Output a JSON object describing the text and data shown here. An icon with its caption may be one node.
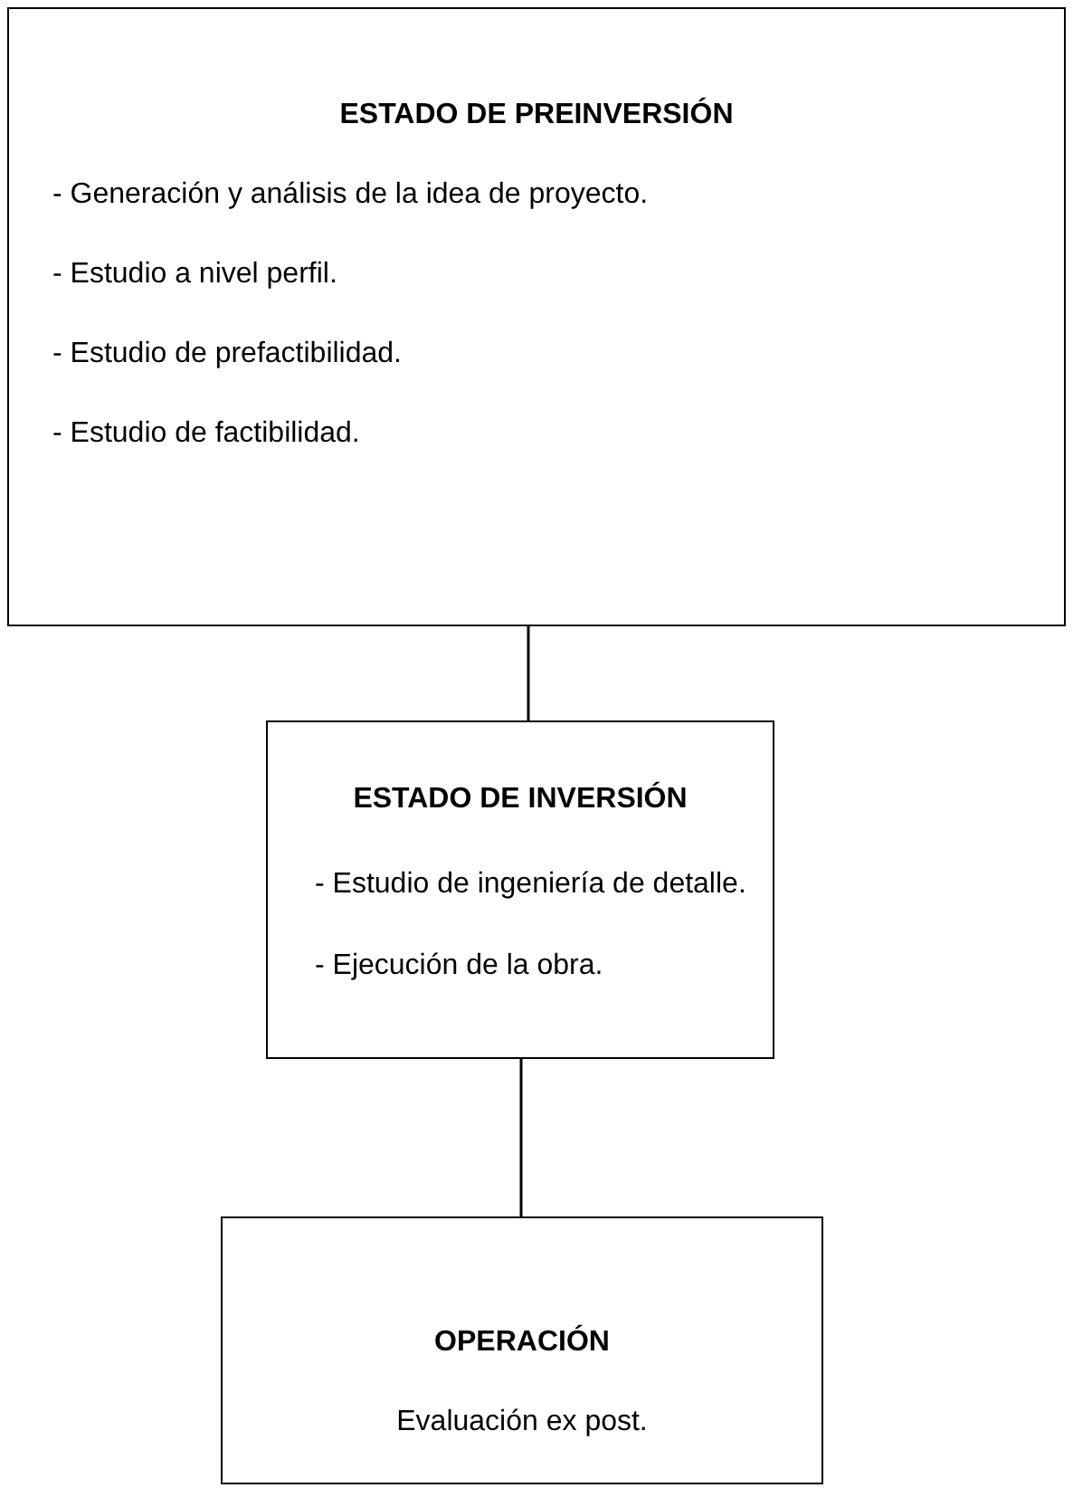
{
  "diagram": {
    "nodes": [
      {
        "text": [
          "ESTADO DE PREINVERSIÓN",
          "- Generación y análisis de la idea de proyecto.",
          "- Estudio a nivel perfil.",
          "- Estudio de prefactibilidad.",
          "- Estudio de factibilidad."
        ]
      },
      {
        "text": [
          "ESTADO DE INVERSIÓN",
          "- Estudio de ingeniería de detalle.",
          "- Ejecución de la obra."
        ]
      },
      {
        "text": [
          "OPERACIÓN",
          "Evaluación ex post."
        ]
      }
    ],
    "edges": [
      {
        "from": 0,
        "to": 1,
        "arrow": "none"
      },
      {
        "from": 1,
        "to": 2,
        "arrow": "none"
      }
    ]
  }
}
